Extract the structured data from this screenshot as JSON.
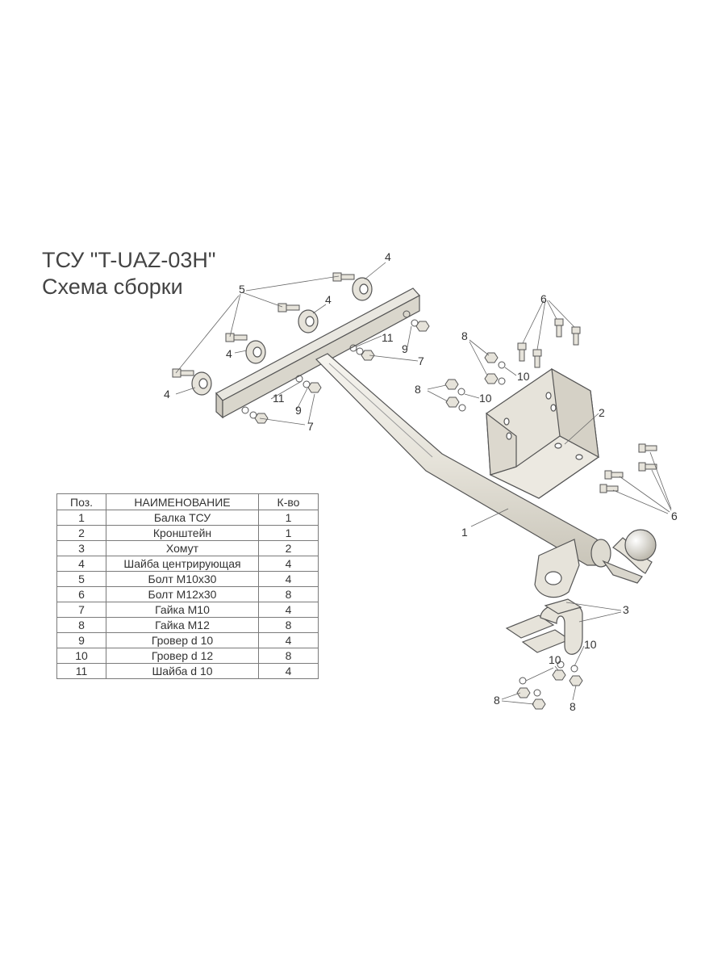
{
  "title": {
    "line1": "ТСУ \"T-UAZ-03H\"",
    "line2": "Схема сборки"
  },
  "table": {
    "headers": [
      "Поз.",
      "НАИМЕНОВАНИЕ",
      "К-во"
    ],
    "rows": [
      [
        "1",
        "Балка ТСУ",
        "1"
      ],
      [
        "2",
        "Кронштейн",
        "1"
      ],
      [
        "3",
        "Хомут",
        "2"
      ],
      [
        "4",
        "Шайба центрирующая",
        "4"
      ],
      [
        "5",
        "Болт М10х30",
        "4"
      ],
      [
        "6",
        "Болт М12х30",
        "8"
      ],
      [
        "7",
        "Гайка  М10",
        "4"
      ],
      [
        "8",
        "Гайка М12",
        "8"
      ],
      [
        "9",
        "Гровер d 10",
        "4"
      ],
      [
        "10",
        "Гровер d 12",
        "8"
      ],
      [
        "11",
        "Шайба d 10",
        "4"
      ]
    ]
  },
  "callouts": {
    "c1": "1",
    "c2": "2",
    "c3": "3",
    "c4a": "4",
    "c4b": "4",
    "c4c": "4",
    "c4d": "4",
    "c5": "5",
    "c6a": "6",
    "c6b": "6",
    "c7a": "7",
    "c7b": "7",
    "c8a": "8",
    "c8b": "8",
    "c8c": "8",
    "c8d": "8",
    "c9a": "9",
    "c9b": "9",
    "c10a": "10",
    "c10b": "10",
    "c10c": "10",
    "c10d": "10",
    "c11a": "11",
    "c11b": "11"
  },
  "colors": {
    "part_fill": "#e9e7e0",
    "part_stroke": "#555555",
    "leader": "#666666"
  }
}
